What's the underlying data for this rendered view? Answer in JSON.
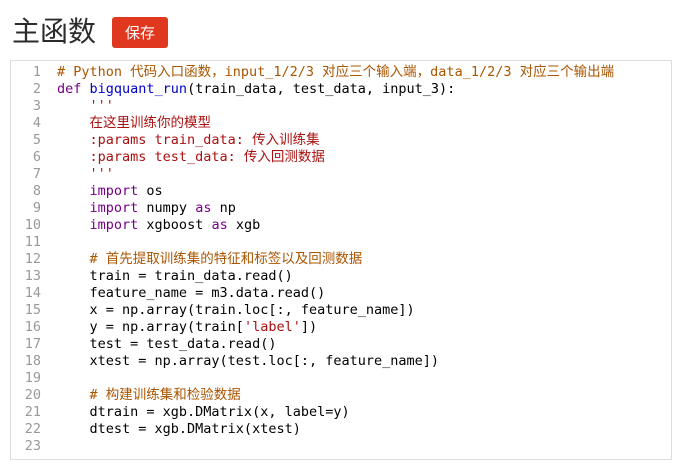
{
  "header": {
    "title": "主函数",
    "save_label": "保存"
  },
  "colors": {
    "accent": "#e0371f",
    "comment": "#aa5500",
    "keyword": "#770088",
    "definition": "#0000cc",
    "string": "#aa1111",
    "plain": "#000000",
    "line_number": "#999999",
    "editor_border": "#dddddd"
  },
  "editor": {
    "language": "python",
    "lines": [
      {
        "n": 1,
        "tokens": [
          [
            "comment",
            "# Python 代码入口函数，input_1/2/3 对应三个输入端，data_1/2/3 对应三个输出端"
          ]
        ]
      },
      {
        "n": 2,
        "tokens": [
          [
            "keyword",
            "def"
          ],
          [
            "plain",
            " "
          ],
          [
            "definition",
            "bigquant_run"
          ],
          [
            "plain",
            "(train_data, test_data, input_3):"
          ]
        ]
      },
      {
        "n": 3,
        "tokens": [
          [
            "string",
            "    '''"
          ]
        ]
      },
      {
        "n": 4,
        "tokens": [
          [
            "string",
            "    在这里训练你的模型"
          ]
        ]
      },
      {
        "n": 5,
        "tokens": [
          [
            "string",
            "    :params train_data: 传入训练集"
          ]
        ]
      },
      {
        "n": 6,
        "tokens": [
          [
            "string",
            "    :params test_data: 传入回测数据"
          ]
        ]
      },
      {
        "n": 7,
        "tokens": [
          [
            "string",
            "    '''"
          ]
        ]
      },
      {
        "n": 8,
        "tokens": [
          [
            "plain",
            "    "
          ],
          [
            "keyword",
            "import"
          ],
          [
            "plain",
            " os"
          ]
        ]
      },
      {
        "n": 9,
        "tokens": [
          [
            "plain",
            "    "
          ],
          [
            "keyword",
            "import"
          ],
          [
            "plain",
            " numpy "
          ],
          [
            "keyword",
            "as"
          ],
          [
            "plain",
            " np"
          ]
        ]
      },
      {
        "n": 10,
        "tokens": [
          [
            "plain",
            "    "
          ],
          [
            "keyword",
            "import"
          ],
          [
            "plain",
            " xgboost "
          ],
          [
            "keyword",
            "as"
          ],
          [
            "plain",
            " xgb"
          ]
        ]
      },
      {
        "n": 11,
        "tokens": []
      },
      {
        "n": 12,
        "tokens": [
          [
            "comment",
            "    # 首先提取训练集的特征和标签以及回测数据"
          ]
        ]
      },
      {
        "n": 13,
        "tokens": [
          [
            "plain",
            "    train = train_data.read()"
          ]
        ]
      },
      {
        "n": 14,
        "tokens": [
          [
            "plain",
            "    feature_name = m3.data.read()"
          ]
        ]
      },
      {
        "n": 15,
        "tokens": [
          [
            "plain",
            "    x = np.array(train.loc[:, feature_name])"
          ]
        ]
      },
      {
        "n": 16,
        "tokens": [
          [
            "plain",
            "    y = np.array(train["
          ],
          [
            "string",
            "'label'"
          ],
          [
            "plain",
            "])"
          ]
        ]
      },
      {
        "n": 17,
        "tokens": [
          [
            "plain",
            "    test = test_data.read()"
          ]
        ]
      },
      {
        "n": 18,
        "tokens": [
          [
            "plain",
            "    xtest = np.array(test.loc[:, feature_name])"
          ]
        ]
      },
      {
        "n": 19,
        "tokens": []
      },
      {
        "n": 20,
        "tokens": [
          [
            "comment",
            "    # 构建训练集和检验数据"
          ]
        ]
      },
      {
        "n": 21,
        "tokens": [
          [
            "plain",
            "    dtrain = xgb.DMatrix(x, label=y)"
          ]
        ]
      },
      {
        "n": 22,
        "tokens": [
          [
            "plain",
            "    dtest = xgb.DMatrix(xtest)"
          ]
        ]
      },
      {
        "n": 23,
        "tokens": []
      }
    ]
  }
}
